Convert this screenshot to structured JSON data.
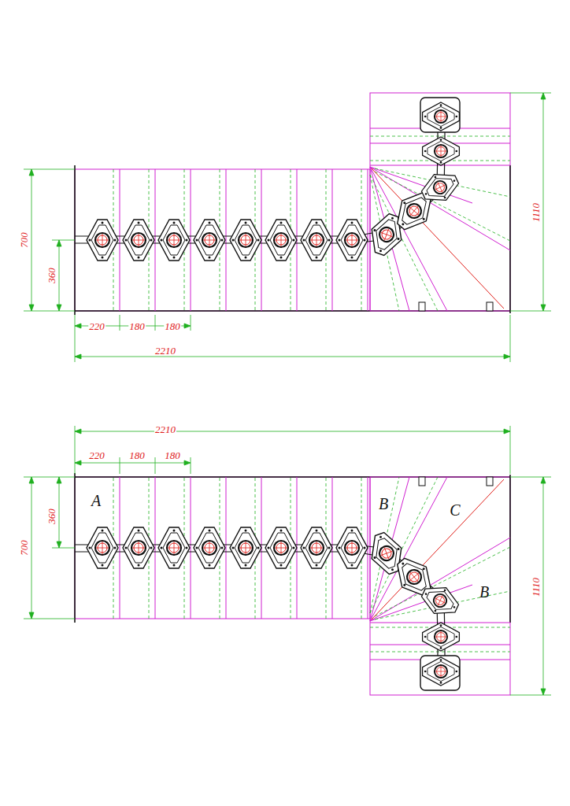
{
  "diagram": {
    "labels": [
      "700",
      "360",
      "220",
      "180",
      "180",
      "2210",
      "1110",
      "2210",
      "220",
      "180",
      "180",
      "360",
      "700",
      "1110",
      "A",
      "B",
      "C",
      "B"
    ]
  }
}
